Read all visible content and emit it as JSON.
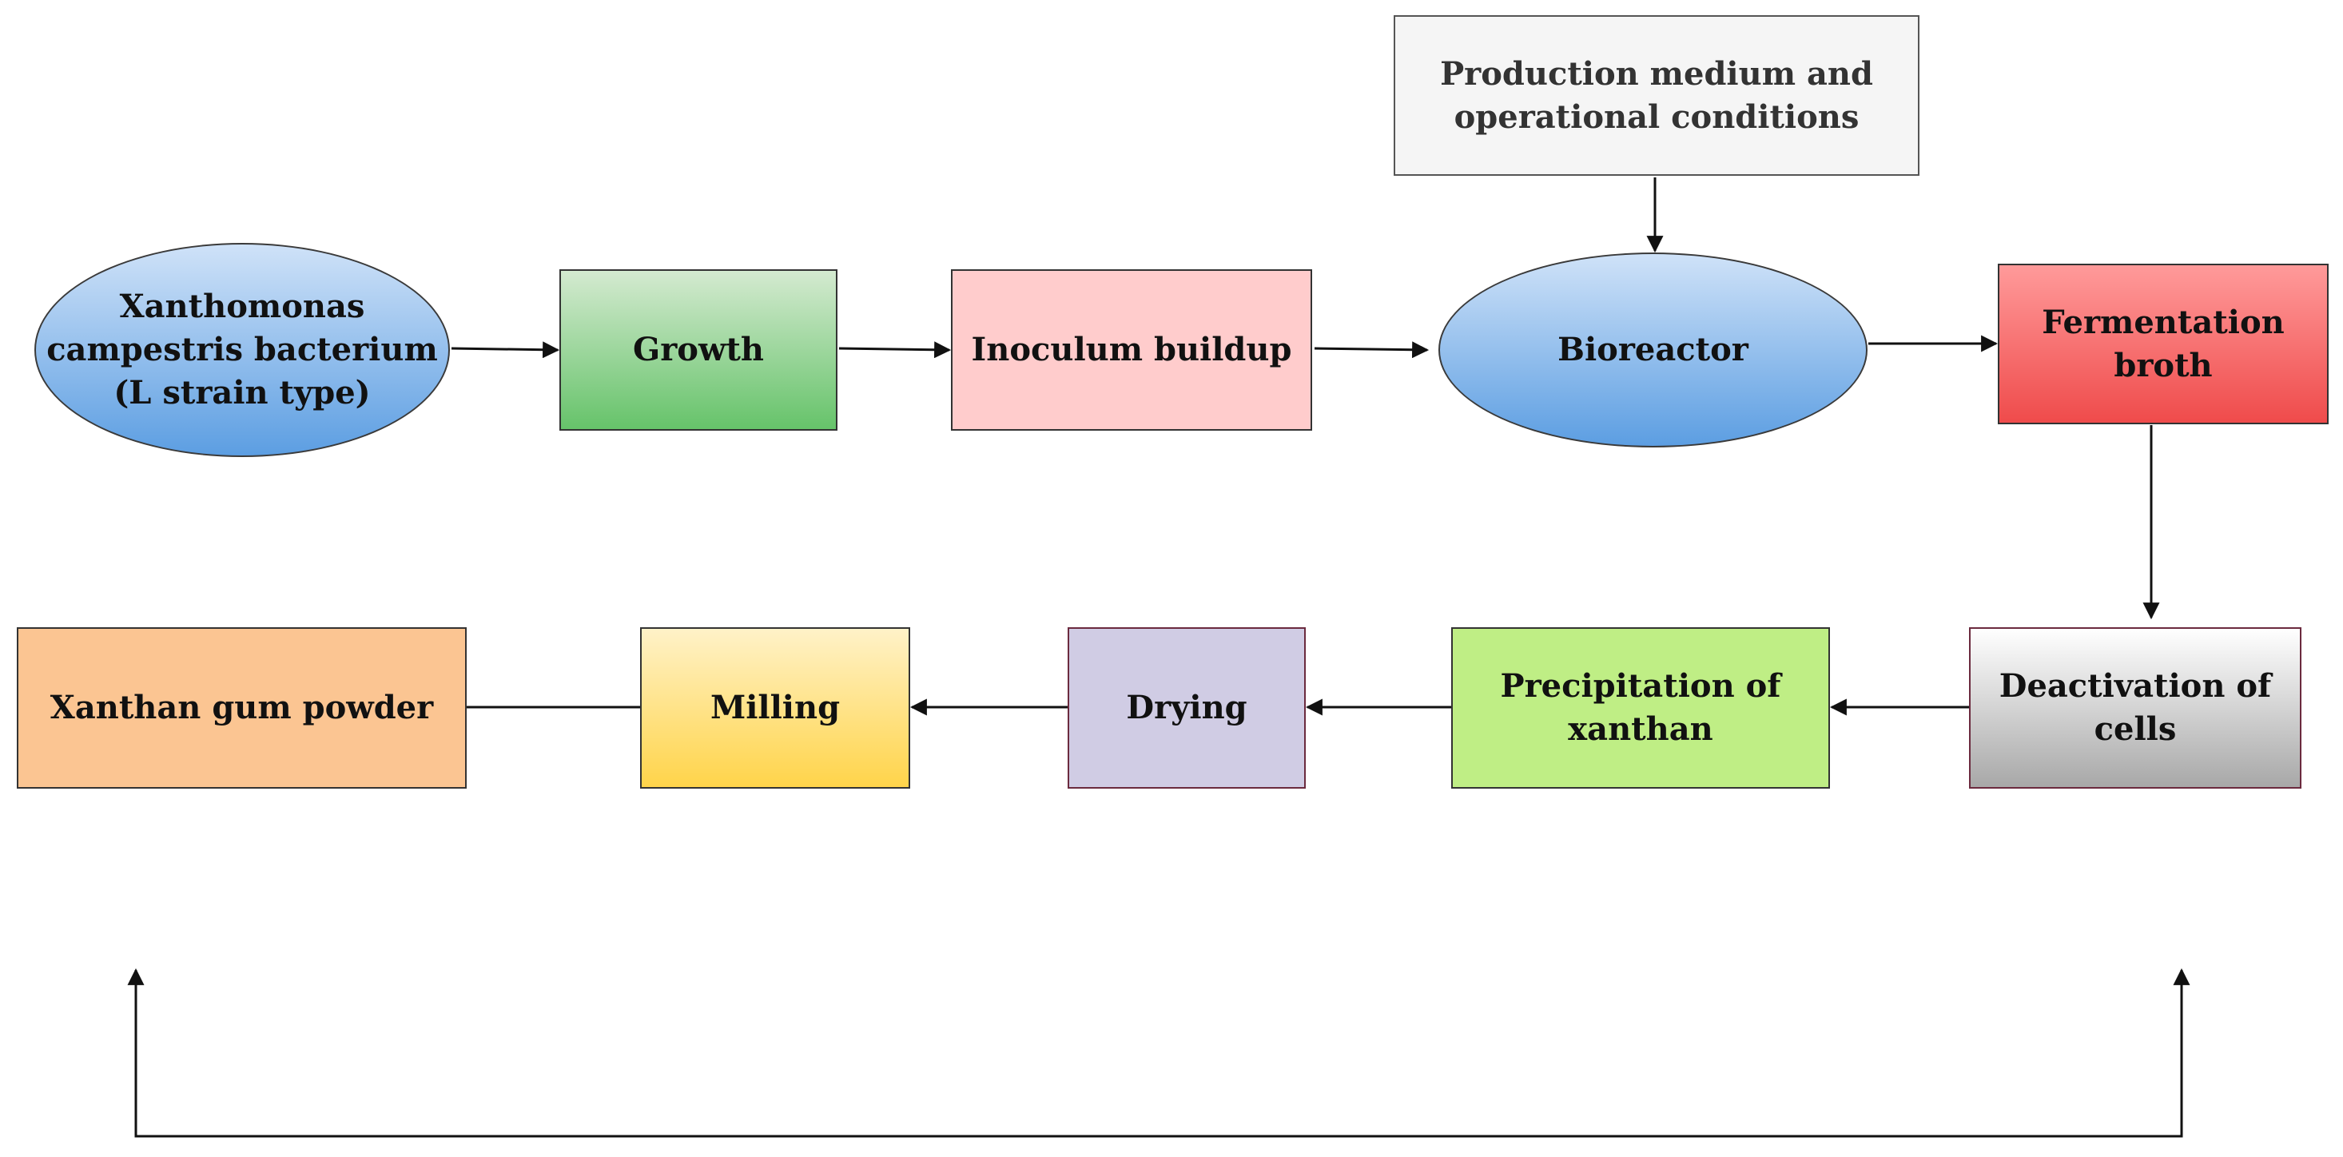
{
  "nodes": {
    "xanthomonas": [
      "Xanthomonas",
      "campestris bacterium",
      "(L strain type)"
    ],
    "growth": [
      "Growth"
    ],
    "inoculum": [
      "Inoculum buildup"
    ],
    "production": [
      "Production medium and",
      "operational conditions"
    ],
    "bioreactor": [
      "Bioreactor"
    ],
    "fermentation": [
      "Fermentation",
      "broth"
    ],
    "deactivation": [
      "Deactivation of",
      "cells"
    ],
    "precipitation": [
      "Precipitation of",
      "xanthan"
    ],
    "drying": [
      "Drying"
    ],
    "milling": [
      "Milling"
    ],
    "powder": [
      "Xanthan gum powder"
    ]
  },
  "colors": {
    "edge": "#111111",
    "ellipse_fill": "#5c9ee2",
    "growth_fill": "#66c36a",
    "inoculum_fill": "#ffcccc",
    "fermentation_fill": "#ef4b4b",
    "precipitation_fill": "#bfee85",
    "drying_fill": "#d0cce4",
    "milling_fill": "#ffd44a",
    "powder_fill": "#fbc592"
  }
}
